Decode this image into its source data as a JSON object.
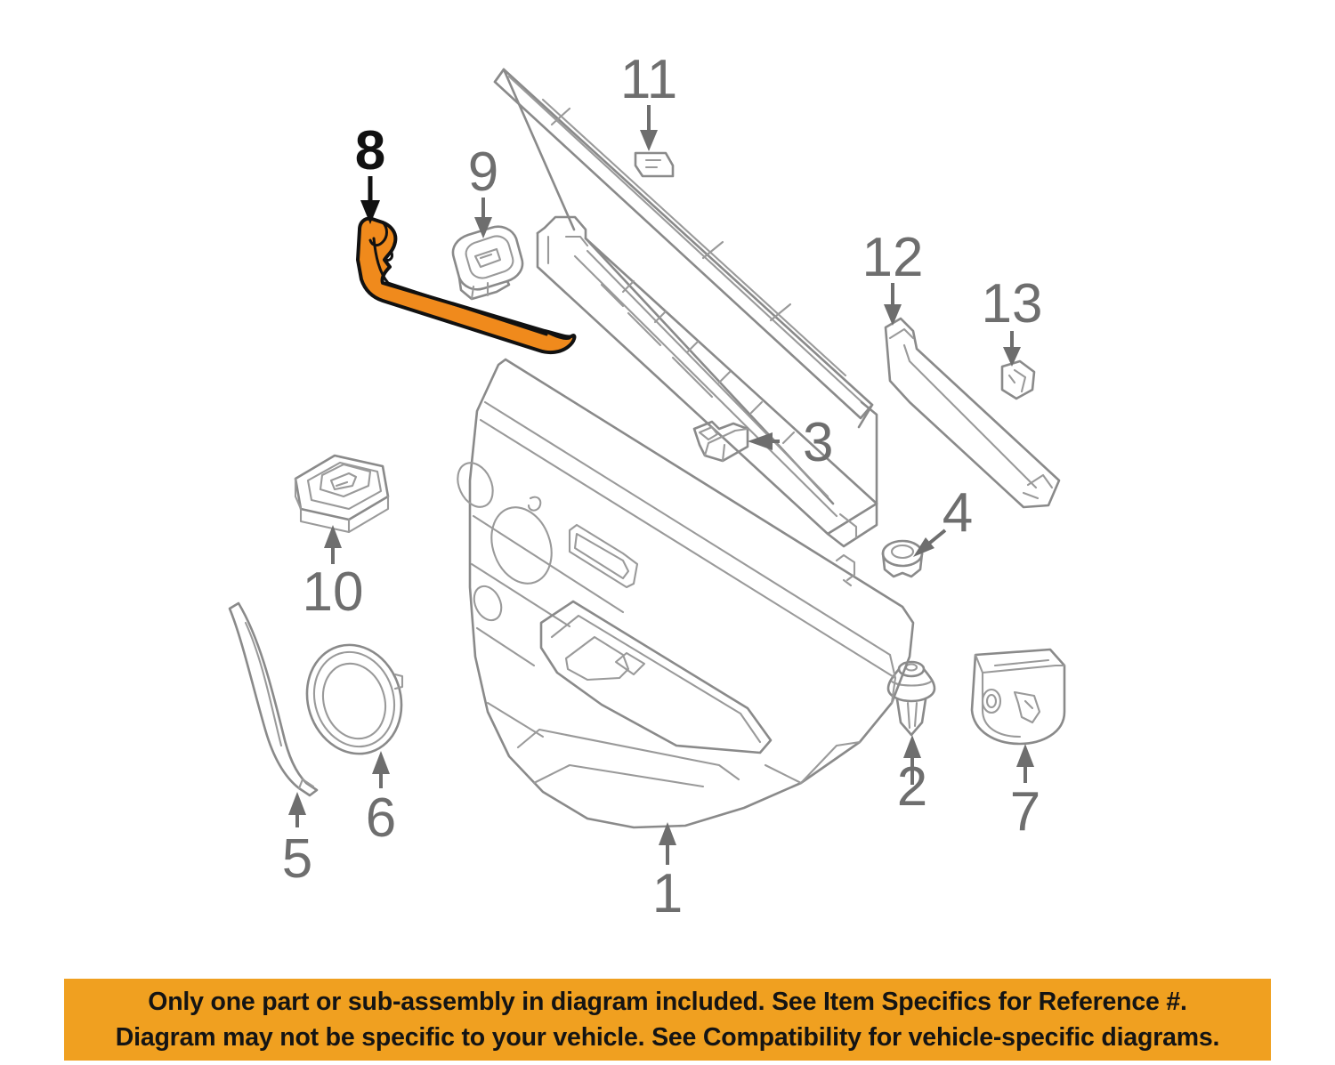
{
  "diagram": {
    "kind": "automotive-exploded-parts-diagram",
    "subject": "Rear door interior trim panel assembly",
    "background_color": "#ffffff",
    "line_color": "#8a8a8a",
    "label_color": "#6e6e6e",
    "highlight_color": "#f08a1c",
    "highlight_outline_color": "#111111",
    "callouts": [
      {
        "number": "1",
        "name": "door-trim-panel",
        "highlighted": false
      },
      {
        "number": "2",
        "name": "push-in-retainer-clip",
        "highlighted": false
      },
      {
        "number": "3",
        "name": "trim-bracket-clip",
        "highlighted": false
      },
      {
        "number": "4",
        "name": "round-grommet-plug",
        "highlighted": false
      },
      {
        "number": "5",
        "name": "curved-trim-strip",
        "highlighted": false
      },
      {
        "number": "6",
        "name": "speaker-grille-ring",
        "highlighted": false
      },
      {
        "number": "7",
        "name": "door-pull-handle-cover",
        "highlighted": false
      },
      {
        "number": "8",
        "name": "upper-door-trim-molding",
        "highlighted": true
      },
      {
        "number": "9",
        "name": "square-mounting-clip",
        "highlighted": false
      },
      {
        "number": "10",
        "name": "window-switch-bezel",
        "highlighted": false
      },
      {
        "number": "11",
        "name": "rear-window-sun-shade",
        "highlighted": false
      },
      {
        "number": "12",
        "name": "shade-side-guide-rail",
        "highlighted": false
      },
      {
        "number": "13",
        "name": "small-guide-clip",
        "highlighted": false
      }
    ]
  },
  "notice": {
    "background_color": "#f0a020",
    "text_color": "#141414",
    "line1": "Only one part or sub-assembly in diagram included. See Item Specifics for Reference #.",
    "line2": "Diagram may not be specific to your vehicle. See Compatibility for vehicle-specific diagrams."
  }
}
